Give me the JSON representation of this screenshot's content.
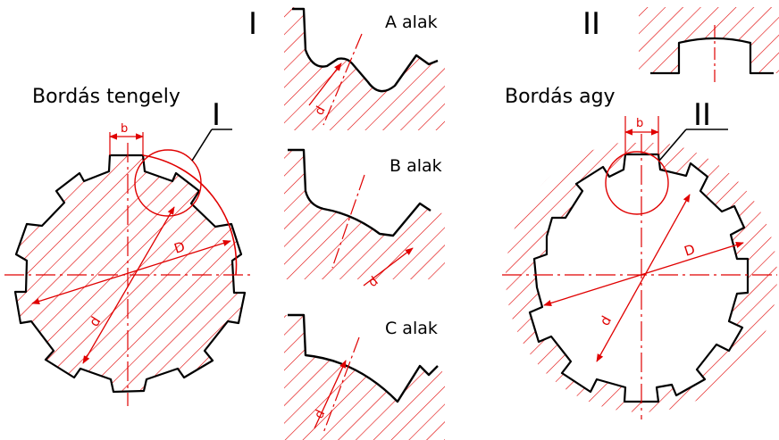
{
  "colors": {
    "outline": "#000000",
    "construction": "#e00000",
    "background": "#ffffff"
  },
  "labels": {
    "shaft_title": "Bordás tengely",
    "hub_title": "Bordás agy",
    "detail_i": "I",
    "detail_ii": "II",
    "form_a": "A alak",
    "form_b": "B alak",
    "form_c": "C alak",
    "dim_b": "b",
    "dim_D": "D",
    "dim_d": "d"
  }
}
